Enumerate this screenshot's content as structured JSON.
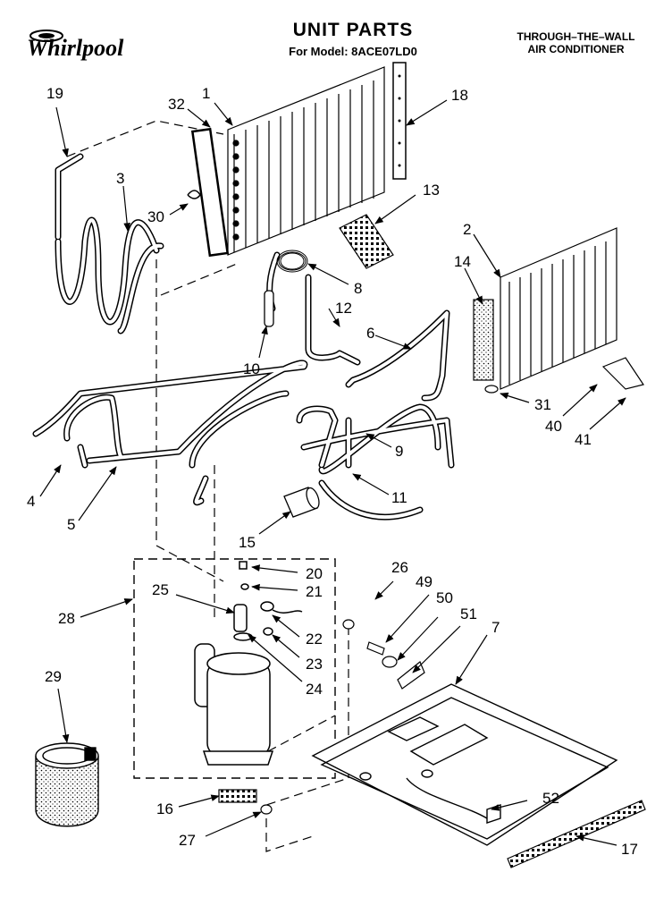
{
  "header": {
    "brand": "Whirlpool",
    "title": "UNIT PARTS",
    "subtitle": "For Model: 8ACE07LD0",
    "product_line1": "THROUGH–THE–WALL",
    "product_line2": "AIR CONDITIONER"
  },
  "callouts": [
    {
      "id": "c19",
      "text": "19"
    },
    {
      "id": "c32",
      "text": "32"
    },
    {
      "id": "c1",
      "text": "1"
    },
    {
      "id": "c18",
      "text": "18"
    },
    {
      "id": "c3",
      "text": "3"
    },
    {
      "id": "c30",
      "text": "30"
    },
    {
      "id": "c13",
      "text": "13"
    },
    {
      "id": "c2",
      "text": "2"
    },
    {
      "id": "c14",
      "text": "14"
    },
    {
      "id": "c8",
      "text": "8"
    },
    {
      "id": "c12",
      "text": "12"
    },
    {
      "id": "c6",
      "text": "6"
    },
    {
      "id": "c10",
      "text": "10"
    },
    {
      "id": "c31",
      "text": "31"
    },
    {
      "id": "c40",
      "text": "40"
    },
    {
      "id": "c41",
      "text": "41"
    },
    {
      "id": "c9",
      "text": "9"
    },
    {
      "id": "c4",
      "text": "4"
    },
    {
      "id": "c5",
      "text": "5"
    },
    {
      "id": "c11",
      "text": "11"
    },
    {
      "id": "c15",
      "text": "15"
    },
    {
      "id": "c20",
      "text": "20"
    },
    {
      "id": "c26",
      "text": "26"
    },
    {
      "id": "c21",
      "text": "21"
    },
    {
      "id": "c25",
      "text": "25"
    },
    {
      "id": "c49",
      "text": "49"
    },
    {
      "id": "c50",
      "text": "50"
    },
    {
      "id": "c51",
      "text": "51"
    },
    {
      "id": "c28",
      "text": "28"
    },
    {
      "id": "c7",
      "text": "7"
    },
    {
      "id": "c22",
      "text": "22"
    },
    {
      "id": "c23",
      "text": "23"
    },
    {
      "id": "c24",
      "text": "24"
    },
    {
      "id": "c29",
      "text": "29"
    },
    {
      "id": "c52",
      "text": "52"
    },
    {
      "id": "c16",
      "text": "16"
    },
    {
      "id": "c17",
      "text": "17"
    },
    {
      "id": "c27",
      "text": "27"
    }
  ]
}
